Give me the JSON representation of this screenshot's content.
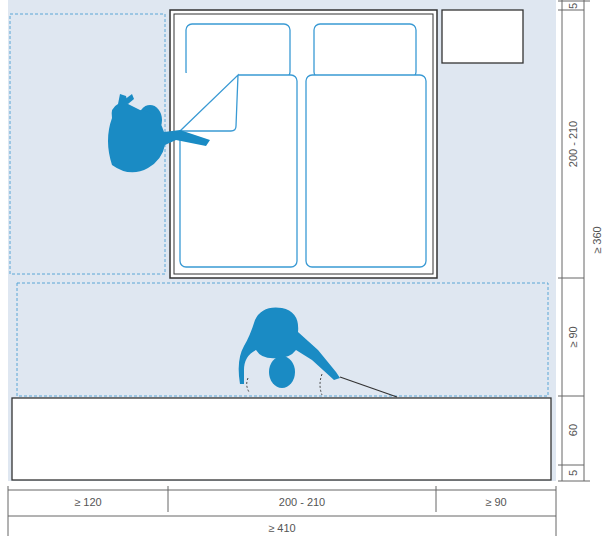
{
  "diagram": {
    "labels": [
      "5",
      "200 - 210",
      "≥ 360",
      "≥ 90",
      "60",
      "5",
      "≥ 120",
      "200 - 210",
      "≥ 90",
      "≥ 410"
    ]
  }
}
